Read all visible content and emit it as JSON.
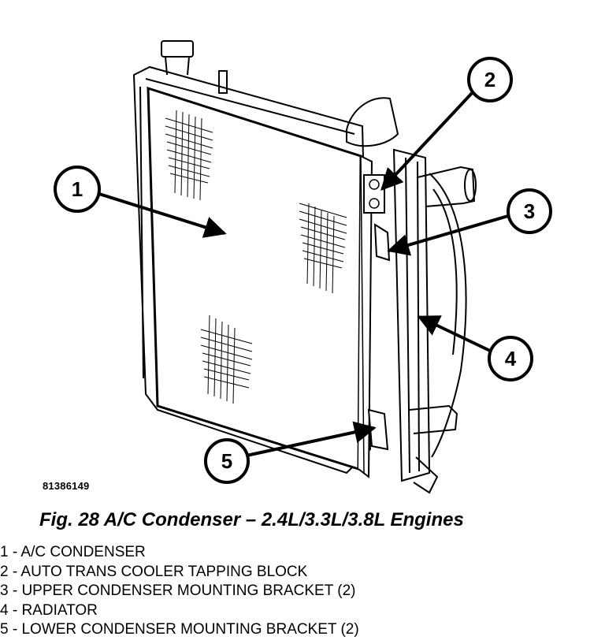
{
  "figure": {
    "image_id": "81386149",
    "caption": "Fig. 28 A/C Condenser – 2.4L/3.3L/3.8L Engines",
    "callouts": [
      {
        "number": "1"
      },
      {
        "number": "2"
      },
      {
        "number": "3"
      },
      {
        "number": "4"
      },
      {
        "number": "5"
      }
    ],
    "legend": [
      {
        "text": "1 - A/C CONDENSER"
      },
      {
        "text": "2 - AUTO TRANS COOLER TAPPING BLOCK"
      },
      {
        "text": "3 - UPPER CONDENSER MOUNTING BRACKET (2)"
      },
      {
        "text": "4 - RADIATOR"
      },
      {
        "text": "5 - LOWER CONDENSER MOUNTING BRACKET (2)"
      }
    ]
  }
}
